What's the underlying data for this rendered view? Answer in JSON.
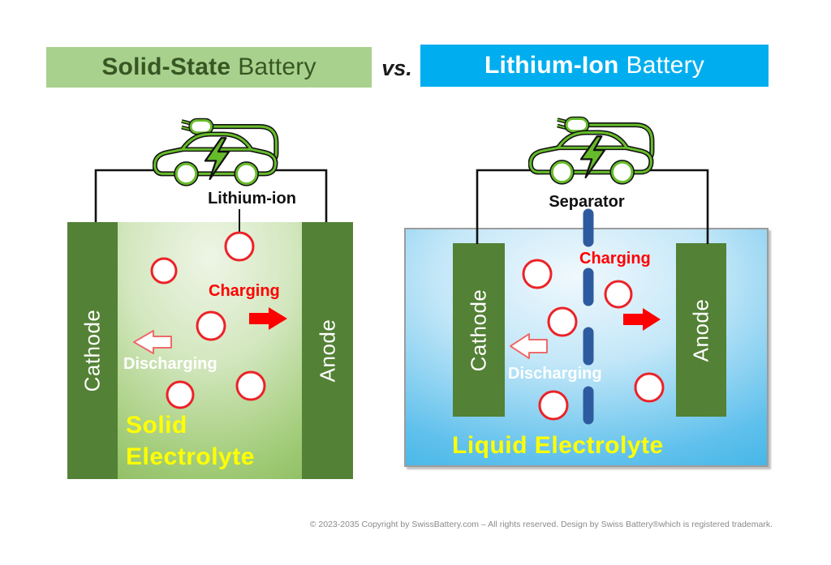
{
  "title_bar": {
    "left_battery_bold": "Solid-State",
    "left_battery_rest": "Battery",
    "versus": "vs.",
    "right_battery_bold": "Lithium-Ion",
    "right_battery_rest": "Battery"
  },
  "solid_state_diagram": {
    "ion_callout": "Lithium-ion",
    "cathode": "Cathode",
    "anode": "Anode",
    "charging": "Charging",
    "discharging": "Discharging",
    "electrolyte_line1": "Solid",
    "electrolyte_line2": "Electrolyte"
  },
  "lithium_ion_diagram": {
    "separator_callout": "Separator",
    "cathode": "Cathode",
    "anode": "Anode",
    "charging": "Charging",
    "discharging": "Discharging",
    "electrolyte": "Liquid Electrolyte"
  },
  "footer": {
    "copyright": "© 2023-2035 Copyright by SwissBattery.com – All rights reserved. Design by Swiss Battery®which is registered trademark."
  },
  "colors": {
    "banner_green": "#A9D18E",
    "banner_green_text": "#375623",
    "banner_blue": "#00AEEF",
    "electrode_green": "#538135",
    "separator_blue": "#2E5B9F",
    "ion_red": "#EC2227",
    "arrow_red": "#FF0000",
    "electrolyte_yellow": "#FFFF00",
    "car_green": "#66BB2A"
  }
}
